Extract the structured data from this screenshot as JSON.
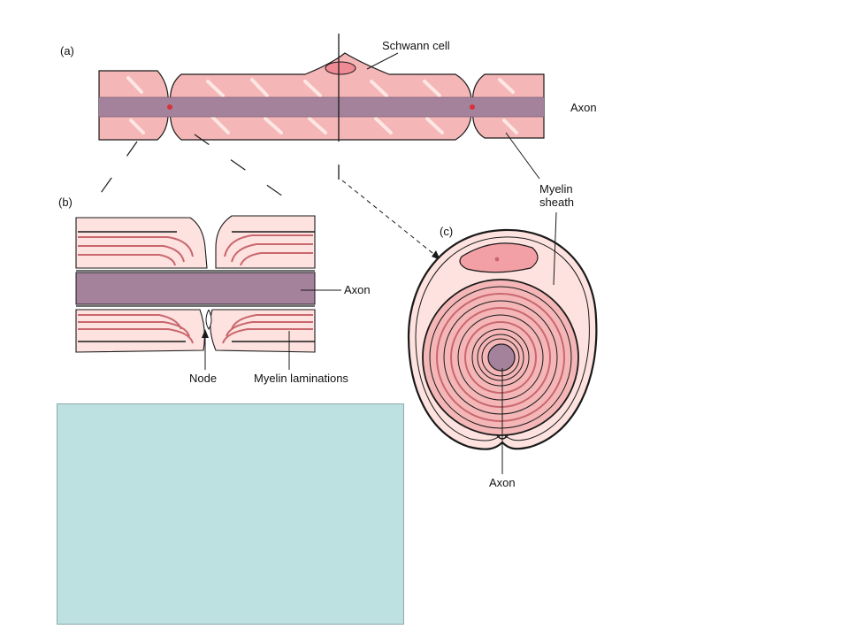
{
  "panels": {
    "a": "(a)",
    "b": "(b)",
    "c": "(c)"
  },
  "labels": {
    "a_schwann_cell": "Schwann cell",
    "a_axon": "Axon",
    "myelin_sheath_line1": "Myelin",
    "myelin_sheath_line2": "sheath",
    "b_axon": "Axon",
    "b_node": "Node",
    "b_myelin_laminations": "Myelin laminations",
    "c_axon": "Axon"
  },
  "colors": {
    "sheath_pink": "#f4b6b7",
    "sheath_light": "#fde2df",
    "axon_purple": "#a4829b",
    "outline": "#1a1a1a",
    "lamination_red": "#c9676e",
    "overlay_box": "#bde0e1"
  }
}
